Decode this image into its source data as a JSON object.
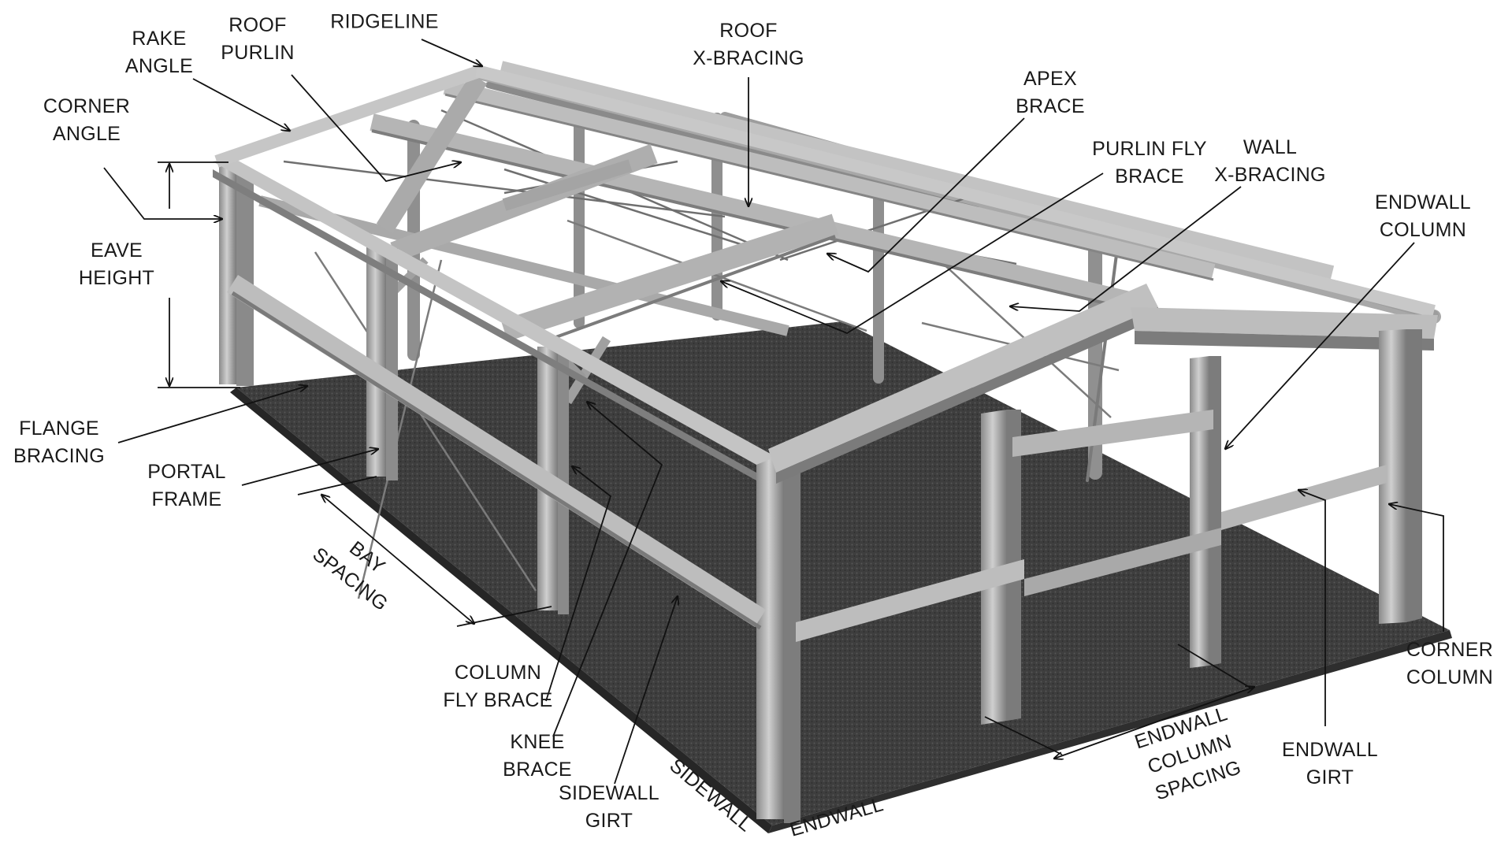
{
  "labels": {
    "ridgeline": "RIDGELINE",
    "roof_purlin": [
      "ROOF",
      "PURLIN"
    ],
    "rake_angle": [
      "RAKE",
      "ANGLE"
    ],
    "corner_angle": [
      "CORNER",
      "ANGLE"
    ],
    "roof_x_bracing": [
      "ROOF",
      "X-BRACING"
    ],
    "apex_brace": [
      "APEX",
      "BRACE"
    ],
    "purlin_fly_brace": [
      "PURLIN FLY",
      "BRACE"
    ],
    "wall_x_bracing": [
      "WALL",
      "X-BRACING"
    ],
    "endwall_column": [
      "ENDWALL",
      "COLUMN"
    ],
    "eave_height": [
      "EAVE",
      "HEIGHT"
    ],
    "flange_bracing": [
      "FLANGE",
      "BRACING"
    ],
    "portal_frame": [
      "PORTAL",
      "FRAME"
    ],
    "bay_spacing": [
      "BAY",
      "SPACING"
    ],
    "column_fly_brace": [
      "COLUMN",
      "FLY BRACE"
    ],
    "knee_brace": [
      "KNEE",
      "BRACE"
    ],
    "sidewall_girt": [
      "SIDEWALL",
      "GIRT"
    ],
    "sidewall": "SIDEWALL",
    "endwall": "ENDWALL",
    "endwall_column_spacing": [
      "ENDWALL",
      "COLUMN",
      "SPACING"
    ],
    "endwall_girt": [
      "ENDWALL",
      "GIRT"
    ],
    "corner_column": [
      "CORNER",
      "COLUMN"
    ]
  },
  "colors": {
    "steel_light": "#b9b9b9",
    "steel_mid": "#9a9a9a",
    "steel_dark": "#6e6e6e",
    "floor": "#3c3c3c",
    "arrow": "#111111"
  }
}
